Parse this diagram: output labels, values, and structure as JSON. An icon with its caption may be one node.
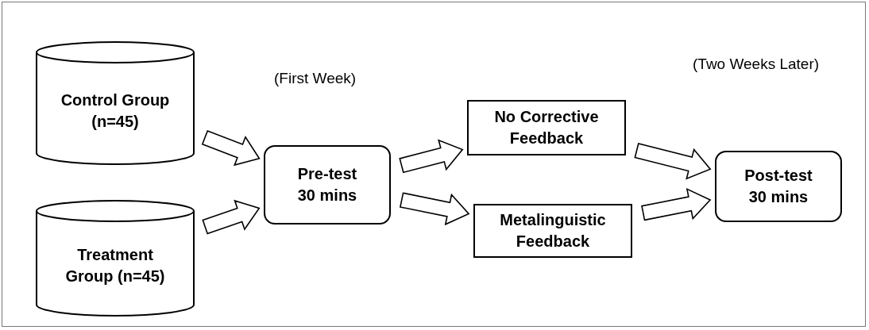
{
  "diagram": {
    "nodes": [
      {
        "text": [
          "Control Group (n=45)"
        ]
      },
      {
        "text": [
          "Treatment Group (n=45)"
        ]
      },
      {
        "text": [
          "Pre-test 30 mins"
        ]
      },
      {
        "text": [
          "No Corrective Feedback"
        ]
      },
      {
        "text": [
          "Metalinguistic Feedback"
        ]
      },
      {
        "text": [
          "Post-test 30 mins"
        ]
      }
    ],
    "edges": [
      {
        "from": 0,
        "to": 2,
        "arrow": "to"
      },
      {
        "from": 1,
        "to": 2,
        "arrow": "to"
      },
      {
        "from": 2,
        "to": 3,
        "arrow": "to"
      },
      {
        "from": 2,
        "to": 4,
        "arrow": "to"
      },
      {
        "from": 3,
        "to": 5,
        "arrow": "to"
      },
      {
        "from": 4,
        "to": 5,
        "arrow": "to"
      }
    ],
    "labels": [
      "(First Week)",
      "(Two Weeks Later)"
    ]
  }
}
